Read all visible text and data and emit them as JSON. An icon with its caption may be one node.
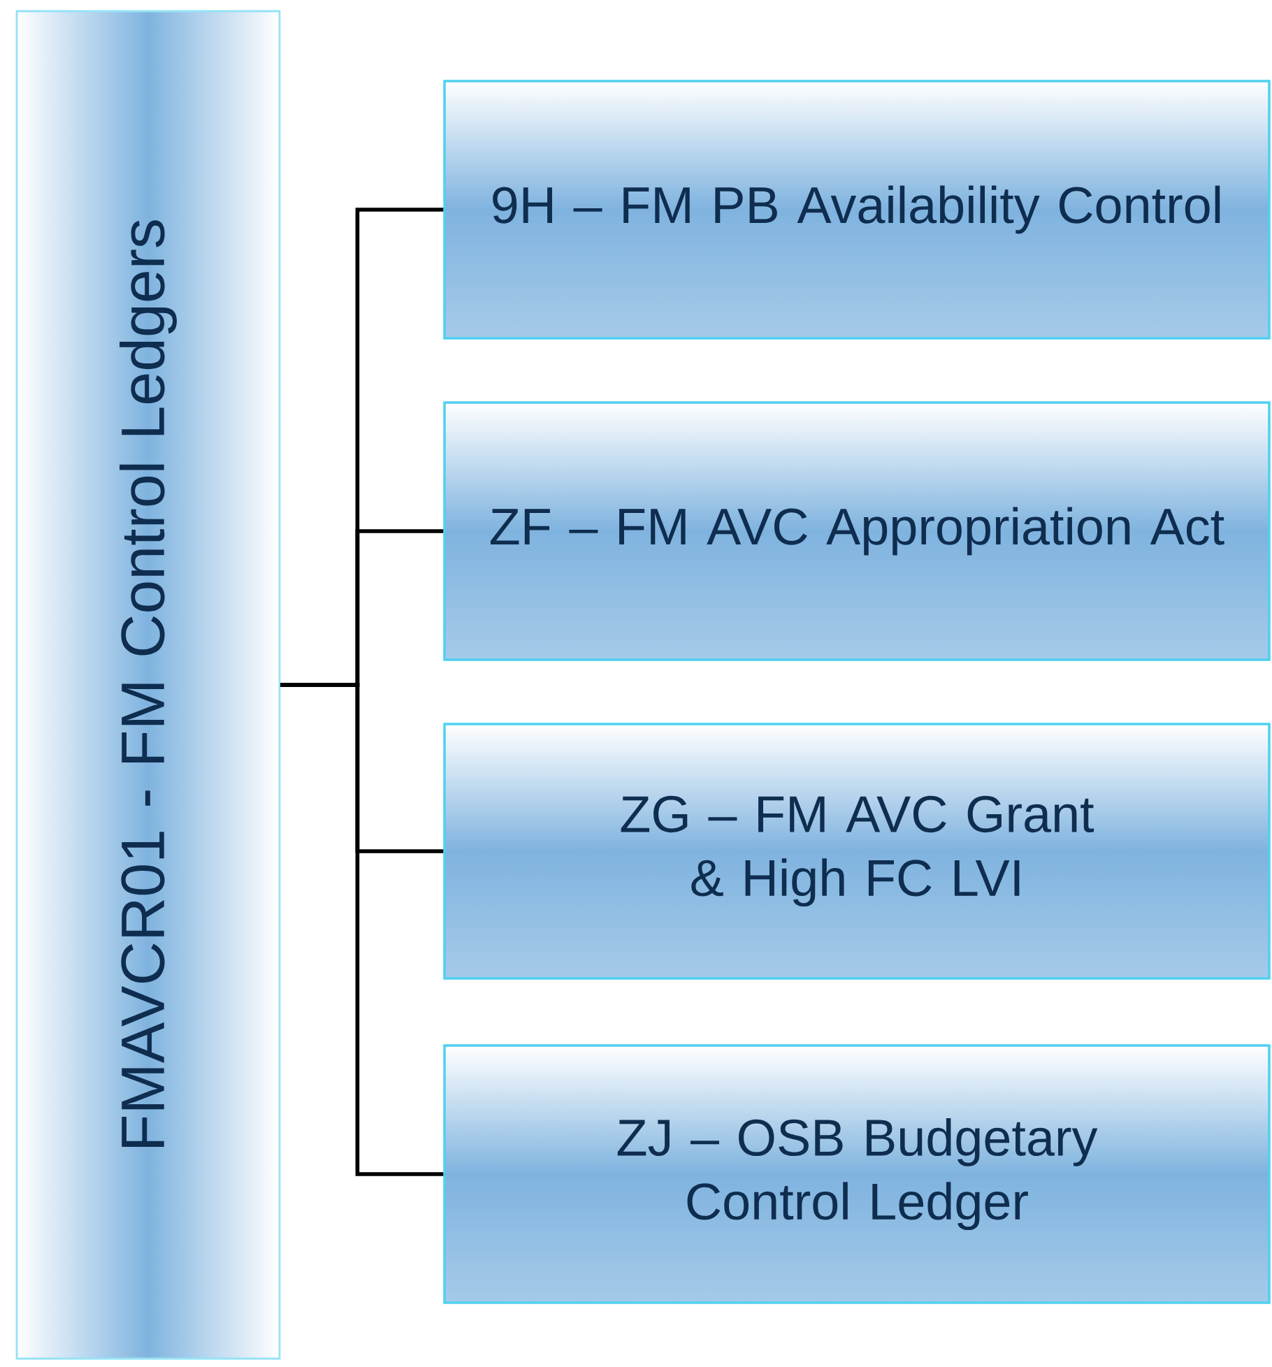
{
  "diagram": {
    "nodes": [
      {
        "text": [
          "FMAVCR01 - FM Control Ledgers"
        ]
      },
      {
        "text": [
          "9H – FM PB Availability Control"
        ]
      },
      {
        "text": [
          "ZF – FM AVC Appropriation Act"
        ]
      },
      {
        "text": [
          "ZG – FM AVC Grant & High FC LVI"
        ]
      },
      {
        "text": [
          "ZJ – OSB Budgetary Control Ledger"
        ]
      }
    ],
    "edges": [
      {
        "from": 0,
        "to": 1,
        "arrow": "none"
      },
      {
        "from": 0,
        "to": 2,
        "arrow": "none"
      },
      {
        "from": 0,
        "to": 3,
        "arrow": "none"
      },
      {
        "from": 0,
        "to": 4,
        "arrow": "none"
      }
    ]
  }
}
